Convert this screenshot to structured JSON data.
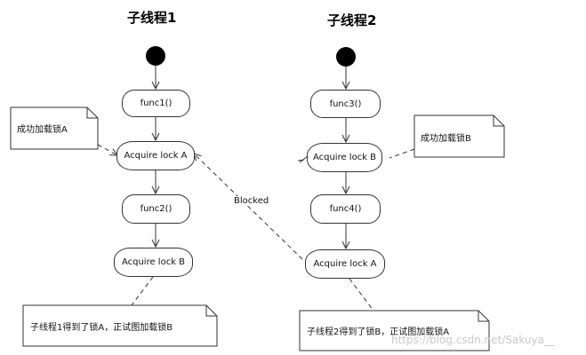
{
  "threads": [
    {
      "title": "子线程1"
    },
    {
      "title": "子线程2"
    }
  ],
  "nodes": {
    "func1": "func1()",
    "acquire_a_1": "Acquire lock A",
    "func2": "func2()",
    "acquire_b_1": "Acquire lock B",
    "func3": "func3()",
    "acquire_b_2": "Acquire lock B",
    "func4": "func4()",
    "acquire_a_2": "Acquire lock A"
  },
  "notes": {
    "note_a_success": "成功加载锁A",
    "note_b_success": "成功加载锁B",
    "note_t1": "子线程1得到了锁A，正试图加载锁B",
    "note_t2": "子线程2得到了锁B，正试图加载锁A"
  },
  "edge_labels": {
    "blocked": "Blocked"
  },
  "watermark": "https://blog.csdn.net/Sakuya__"
}
